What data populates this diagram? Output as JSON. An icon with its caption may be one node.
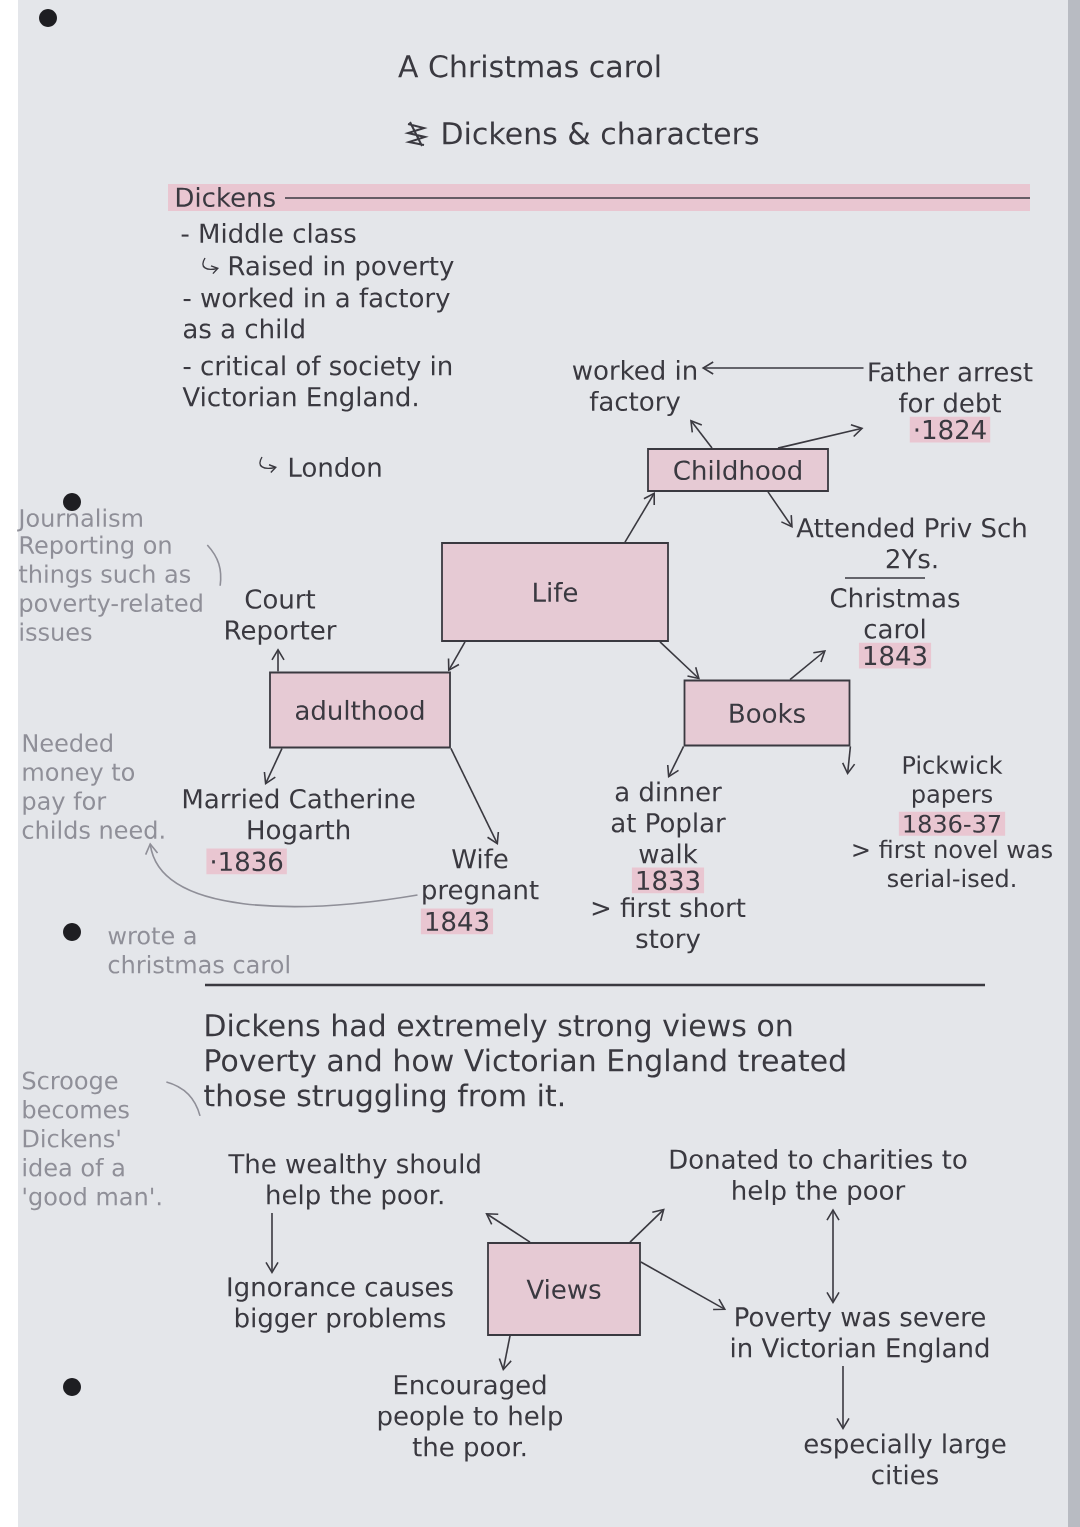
{
  "diagram": {
    "title": "A Christmas carol",
    "nodes": [
      {
        "text": [
          "worked in factory"
        ]
      },
      {
        "text": [
          "Father arrest for debt",
          "·1824"
        ]
      },
      {
        "text": [
          "Childhood"
        ]
      },
      {
        "text": [
          "Journalism",
          "Reporting on things such as poverty-related issues"
        ]
      },
      {
        "text": [
          "Attended Priv Sch 2Ys."
        ]
      },
      {
        "text": [
          "Life"
        ]
      },
      {
        "text": [
          "Court Reporter"
        ]
      },
      {
        "text": [
          "Christmas carol",
          "1843"
        ]
      },
      {
        "text": [
          "adulthood"
        ]
      },
      {
        "text": [
          "Books"
        ]
      },
      {
        "text": [
          "Needed money to pay for childs need."
        ]
      },
      {
        "text": [
          "Pickwick papers",
          "1836-37",
          "> first novel was serial-ised."
        ]
      },
      {
        "text": [
          "Married Catherine Hogarth",
          "·1836"
        ]
      },
      {
        "text": [
          "a dinner at Poplar walk",
          "1833",
          "> first short story"
        ]
      },
      {
        "text": [
          "Wife pregnant",
          "1843"
        ]
      },
      {
        "text": [
          "Dickens had extremely strong views on Poverty and how Victorian England treated those struggling from it."
        ]
      },
      {
        "text": [
          "Scrooge becomes Dickens' idea of a 'good man'."
        ]
      },
      {
        "text": [
          "The wealthy should help the poor."
        ]
      },
      {
        "text": [
          "Donated to charities to help the poor"
        ]
      },
      {
        "text": [
          "Ignorance causes bigger problems"
        ]
      },
      {
        "text": [
          "Views"
        ]
      },
      {
        "text": [
          "Poverty was severe in Victorian England"
        ]
      },
      {
        "text": [
          "Encouraged people to help the poor."
        ]
      },
      {
        "text": [
          "especially large cities"
        ]
      }
    ],
    "edges": [
      {
        "from": 1,
        "to": 0,
        "arrow": "to"
      },
      {
        "from": 2,
        "to": 0,
        "arrow": "to"
      },
      {
        "from": 2,
        "to": 1,
        "arrow": "to"
      },
      {
        "from": 2,
        "to": 4,
        "arrow": "to"
      },
      {
        "from": 5,
        "to": 2,
        "arrow": "to"
      },
      {
        "from": 3,
        "to": 6,
        "arrow": "none",
        "color": "#8f8f98"
      },
      {
        "from": 5,
        "to": 8,
        "arrow": "to"
      },
      {
        "from": 5,
        "to": 9,
        "arrow": "to"
      },
      {
        "from": 9,
        "to": 7,
        "arrow": "to"
      },
      {
        "from": 8,
        "to": 6,
        "arrow": "to"
      },
      {
        "from": 9,
        "to": 13,
        "arrow": "to"
      },
      {
        "from": 9,
        "to": 11,
        "arrow": "to"
      },
      {
        "from": 8,
        "to": 12,
        "arrow": "to"
      },
      {
        "from": 8,
        "to": 14,
        "arrow": "to"
      },
      {
        "from": 14,
        "to": 10,
        "arrow": "to",
        "color": "#8f8f98"
      },
      {
        "from": 16,
        "to": 15,
        "arrow": "none",
        "color": "#8f8f98"
      },
      {
        "from": 20,
        "to": 17,
        "arrow": "to"
      },
      {
        "from": 17,
        "to": 19,
        "arrow": "to"
      },
      {
        "from": 20,
        "to": 22,
        "arrow": "to"
      },
      {
        "from": 20,
        "to": 18,
        "arrow": "to"
      },
      {
        "from": 20,
        "to": 21,
        "arrow": "to"
      },
      {
        "from": 18,
        "to": 21,
        "arrow": "both"
      },
      {
        "from": 21,
        "to": 23,
        "arrow": "to"
      }
    ],
    "labels": [
      "Dickens & characters",
      "Dickens",
      "- Middle class",
      "Raised in poverty",
      "- worked in a factory as a child",
      "- critical of society in Victorian England.",
      "London",
      "wrote a christmas carol"
    ]
  }
}
